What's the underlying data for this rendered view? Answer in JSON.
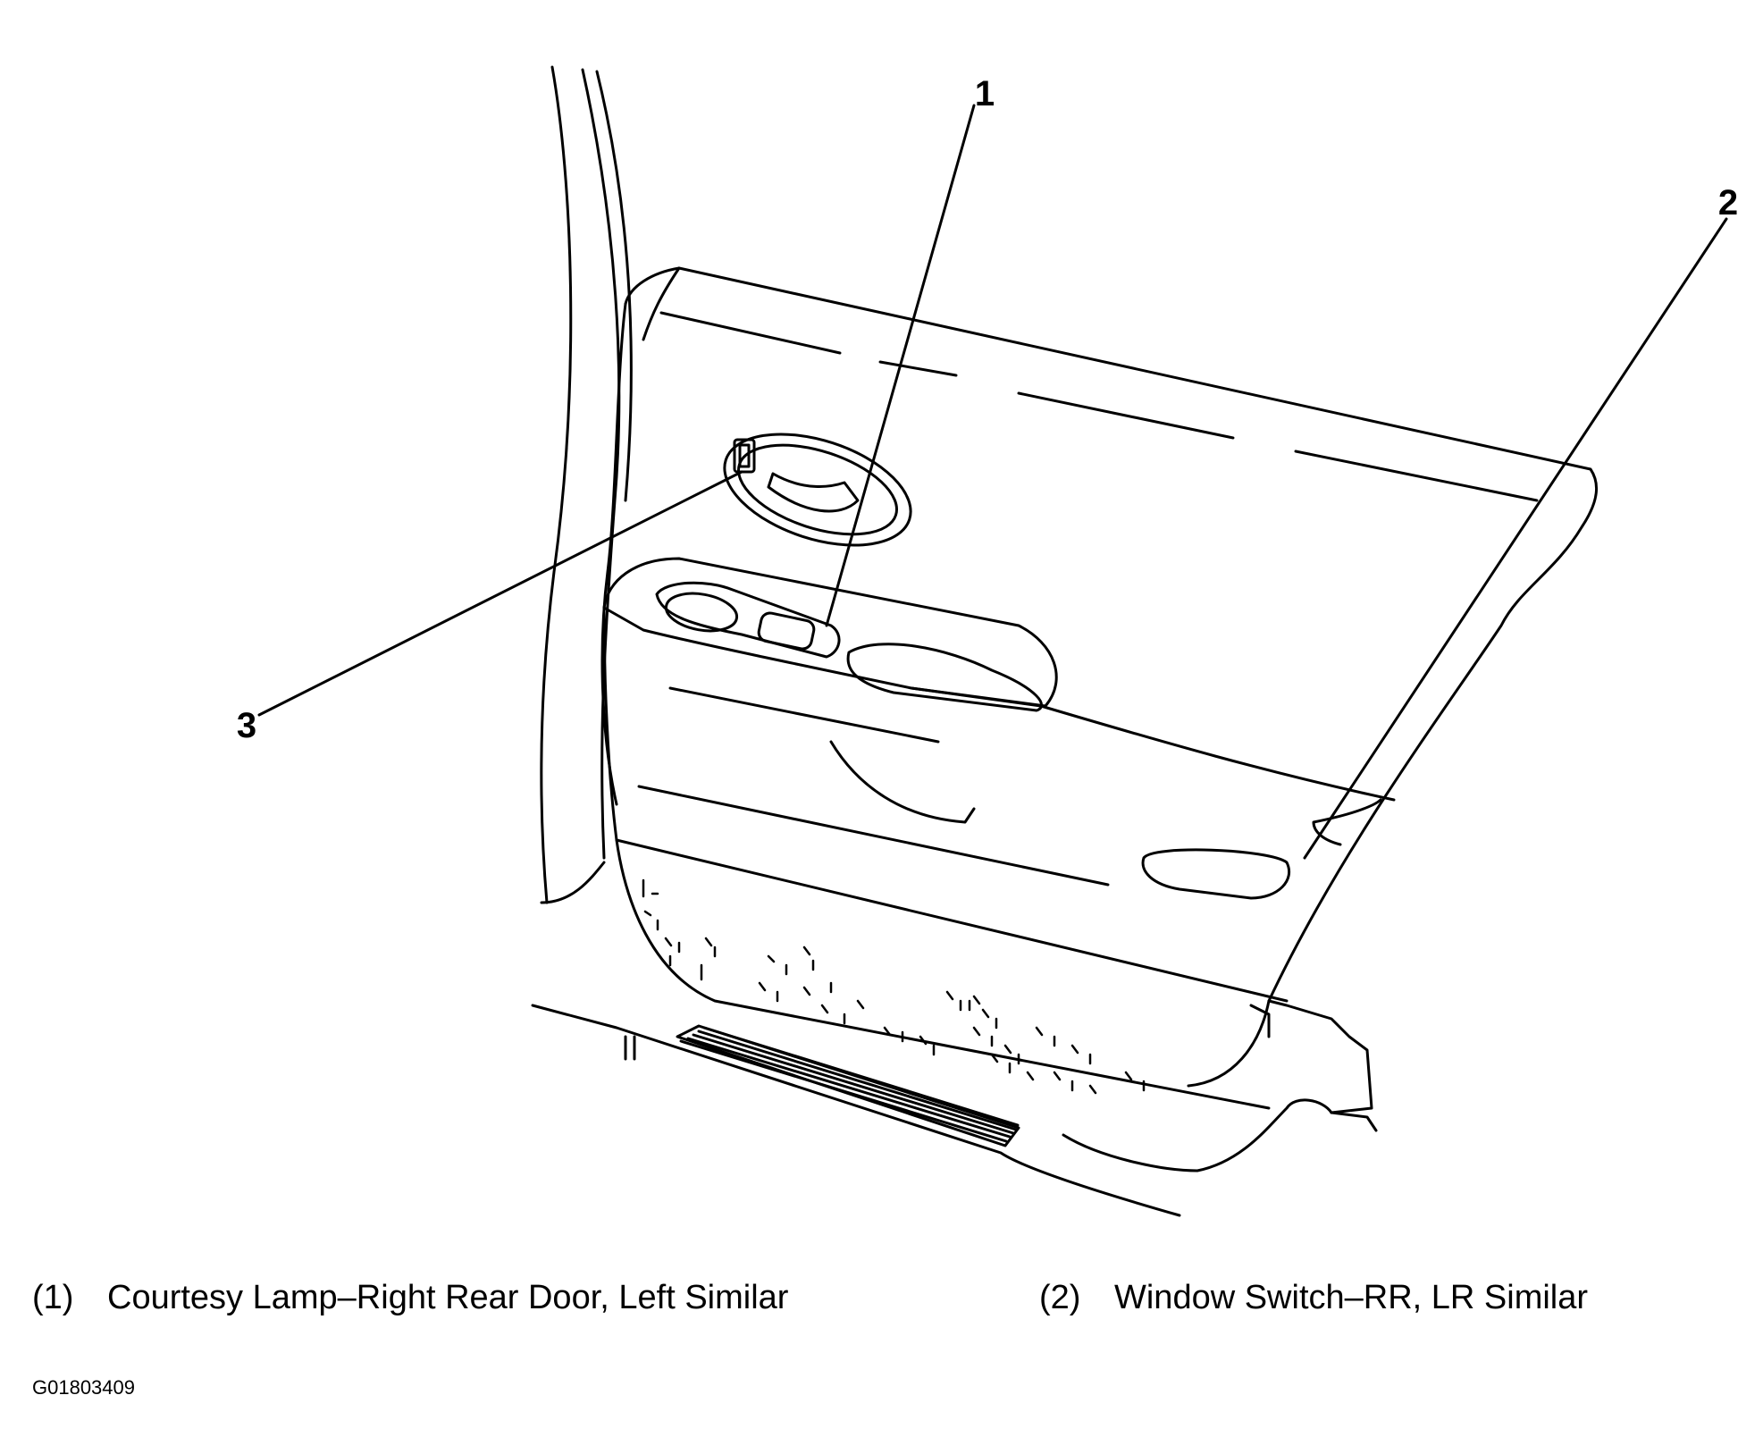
{
  "callouts": [
    {
      "number": "1"
    },
    {
      "number": "2"
    },
    {
      "number": "3"
    }
  ],
  "legend": [
    {
      "number": "(1)",
      "text": "Courtesy Lamp–Right Rear Door, Left Similar"
    },
    {
      "number": "(2)",
      "text": "Window Switch–RR, LR Similar"
    }
  ],
  "figure_id": "G01803409",
  "colors": {
    "line": "#000000",
    "background": "#ffffff"
  }
}
